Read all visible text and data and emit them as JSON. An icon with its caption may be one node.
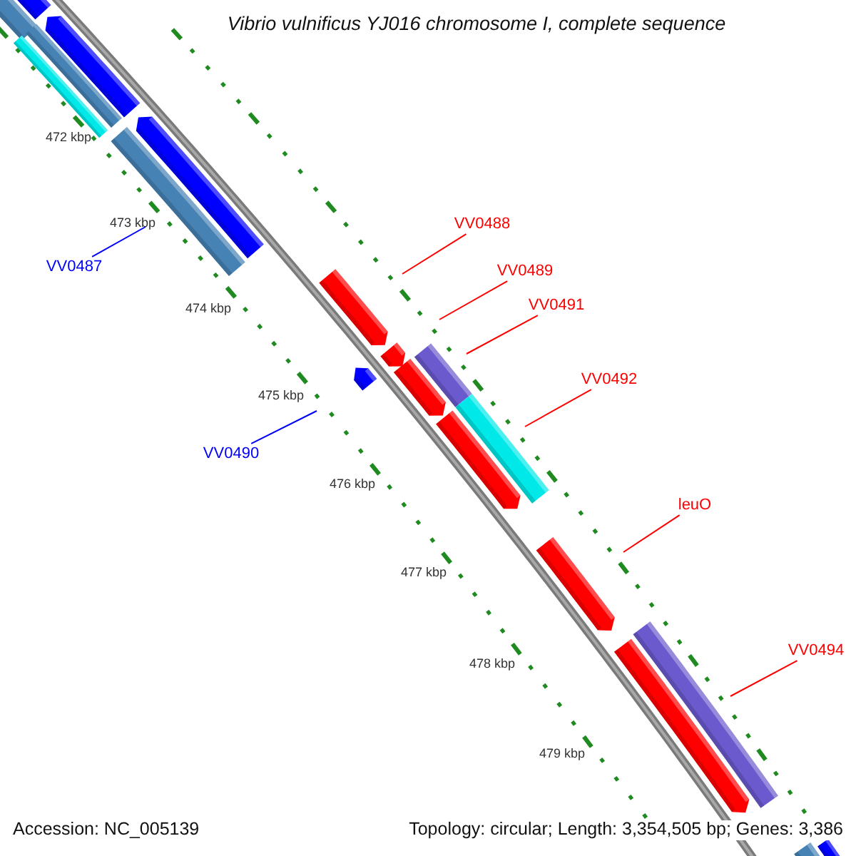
{
  "diagram": {
    "title": "Vibrio vulnificus YJ016 chromosome I, complete sequence",
    "nodes": [
      {
        "text": [
          "VV0488"
        ]
      },
      {
        "text": [
          "VV0487"
        ]
      },
      {
        "text": [
          "VV0489"
        ]
      },
      {
        "text": [
          "VV0491"
        ]
      },
      {
        "text": [
          "VV0492"
        ]
      },
      {
        "text": [
          "VV0490"
        ]
      },
      {
        "text": [
          "leuO"
        ]
      },
      {
        "text": [
          "VV0494"
        ]
      }
    ],
    "edges": [
      {
        "from": 0,
        "to": null,
        "arrow": "none"
      },
      {
        "from": 1,
        "to": null,
        "arrow": "none",
        "color": "#0000ff"
      },
      {
        "from": 2,
        "to": null,
        "arrow": "none"
      },
      {
        "from": 3,
        "to": null,
        "arrow": "none"
      },
      {
        "from": 4,
        "to": null,
        "arrow": "none"
      },
      {
        "from": 5,
        "to": null,
        "arrow": "none",
        "color": "#0000ff"
      },
      {
        "from": 6,
        "to": null,
        "arrow": "none"
      },
      {
        "from": 7,
        "to": null,
        "arrow": "none"
      }
    ],
    "labels": [
      "472 kbp",
      "473 kbp",
      "474 kbp",
      "475 kbp",
      "476 kbp",
      "477 kbp",
      "478 kbp",
      "479 kbp",
      "Accession: NC_005139",
      "Topology: circular; Length: 3,354,505 bp; Genes: 3,386"
    ]
  }
}
